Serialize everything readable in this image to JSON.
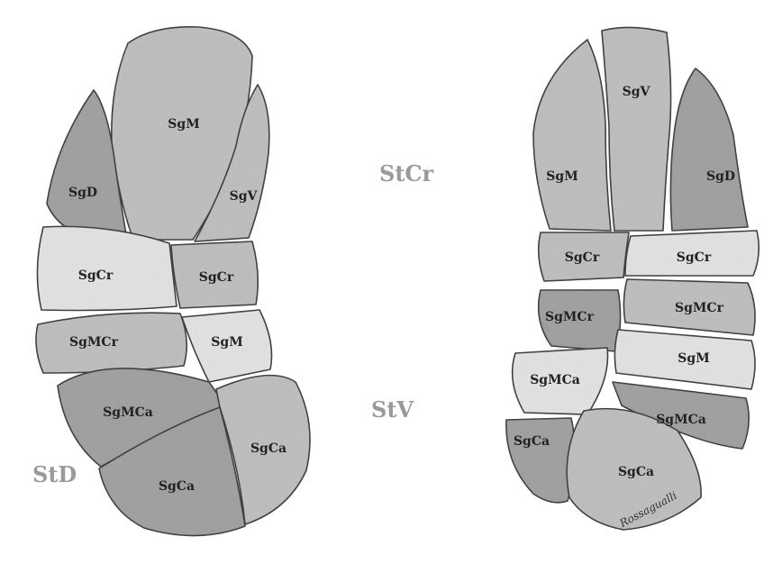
{
  "left_diagram": {
    "segments": [
      {
        "label": "SgM",
        "tone": "mid"
      },
      {
        "label": "SgD",
        "tone": "dark"
      },
      {
        "label": "SgV",
        "tone": "mid"
      },
      {
        "label": "SgCr",
        "tone": "light"
      },
      {
        "label": "SgCr",
        "tone": "mid"
      },
      {
        "label": "SgMCr",
        "tone": "mid"
      },
      {
        "label": "SgM",
        "tone": "light"
      },
      {
        "label": "SgMCa",
        "tone": "dark"
      },
      {
        "label": "SgCa",
        "tone": "mid"
      },
      {
        "label": "SgCa",
        "tone": "dark"
      }
    ]
  },
  "right_diagram": {
    "segments": [
      {
        "label": "SgV",
        "tone": "mid"
      },
      {
        "label": "SgM",
        "tone": "mid"
      },
      {
        "label": "SgD",
        "tone": "dark"
      },
      {
        "label": "SgCr",
        "tone": "mid"
      },
      {
        "label": "SgCr",
        "tone": "light"
      },
      {
        "label": "SgMCr",
        "tone": "dark"
      },
      {
        "label": "SgMCr",
        "tone": "mid"
      },
      {
        "label": "SgMCa",
        "tone": "light"
      },
      {
        "label": "SgM",
        "tone": "light"
      },
      {
        "label": "SgMCa",
        "tone": "dark"
      },
      {
        "label": "SgCa",
        "tone": "dark"
      },
      {
        "label": "SgCa",
        "tone": "mid"
      }
    ]
  },
  "surface_labels": {
    "cranial": "StCr",
    "ventral": "StV",
    "dorsal": "StD"
  },
  "signature": "Rossagualli",
  "colors": {
    "light": "#e4e4e4",
    "mid": "#bdbdbd",
    "dark": "#9c9c9c",
    "outline": "#3a3a3a",
    "label_gray": "#9a9a9a"
  }
}
